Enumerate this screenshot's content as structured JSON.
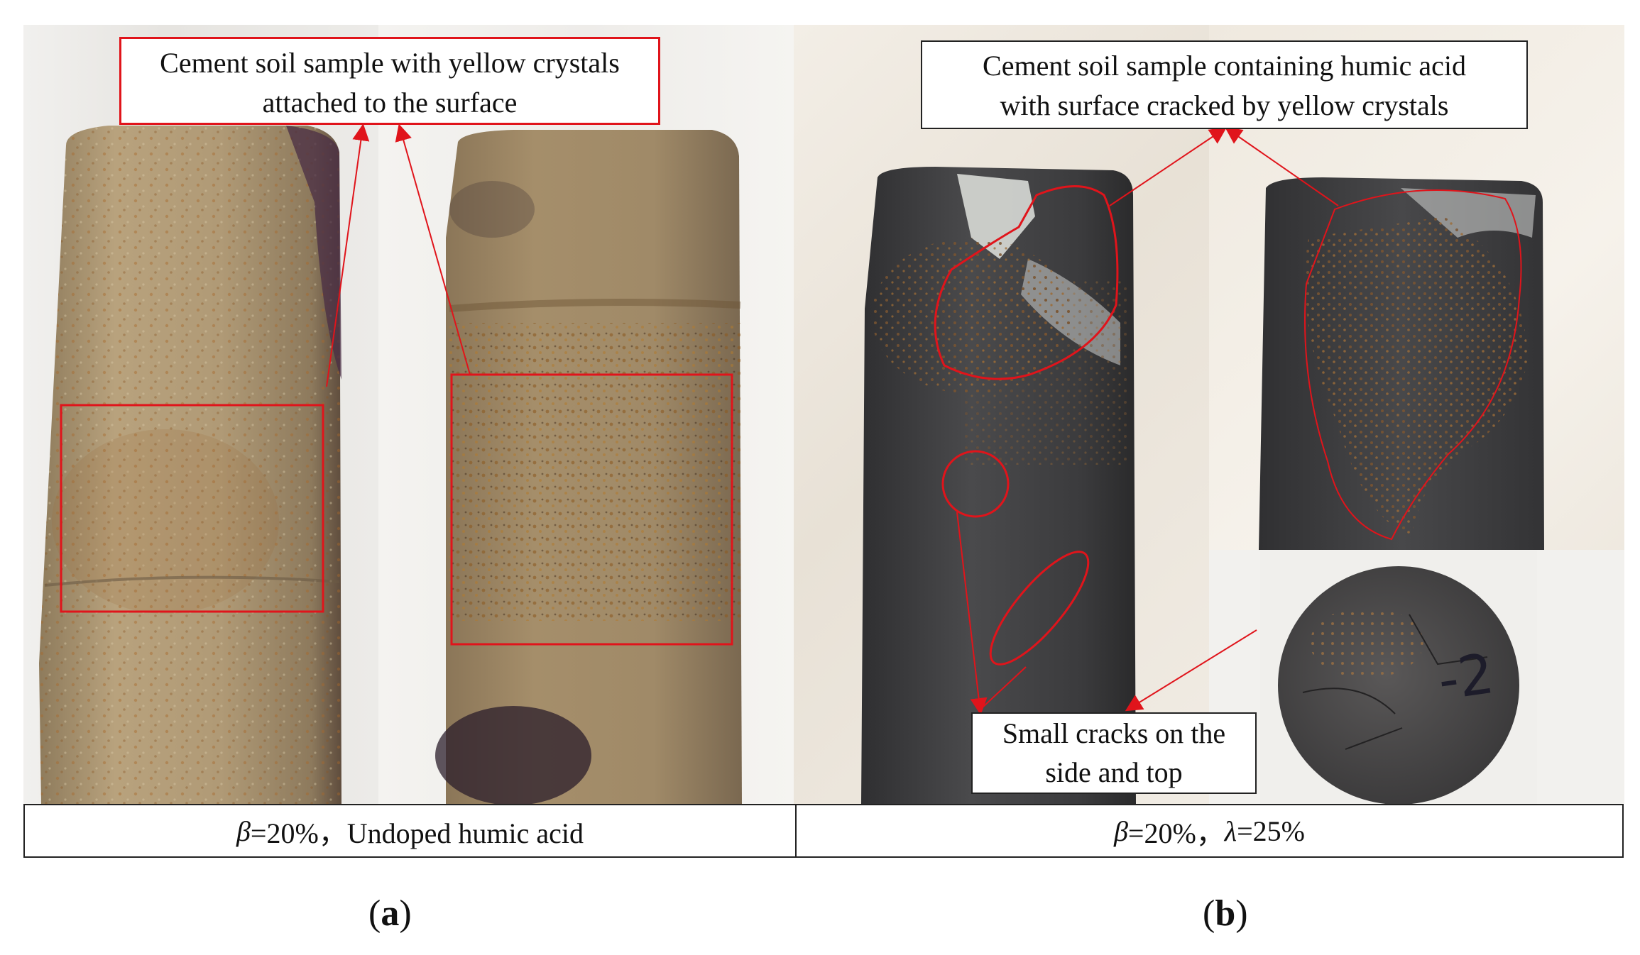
{
  "panel_a": {
    "callout_line1": "Cement soil sample with yellow crystals",
    "callout_line2": "attached to the surface",
    "caption_beta": "β",
    "caption_rest": "=20%，Undoped humic acid",
    "label_letter": "a"
  },
  "panel_b": {
    "callout_top_line1": "Cement soil sample containing humic acid",
    "callout_top_line2": "with surface cracked by yellow crystals",
    "callout_bottom_line1": "Small cracks on the",
    "callout_bottom_line2": "side and top",
    "caption_beta": "β",
    "caption_mid": "=20%，",
    "caption_lambda": "λ",
    "caption_end": "=25%",
    "label_letter": "b",
    "sample_mark": "-2"
  },
  "colors": {
    "annotation_red": "#e0141b",
    "sample_tan": "#b39d78",
    "sample_dark": "#3f3f40",
    "crystal_yellow": "#b8732a"
  }
}
